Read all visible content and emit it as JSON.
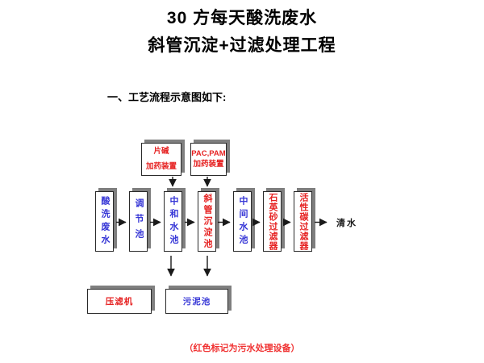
{
  "page": {
    "title_line1": "30 方每天酸洗废水",
    "title_line2": "斜管沉淀+过滤处理工程",
    "section_heading": "一、工艺流程示意图如下:",
    "footnote": "（红色标记为污水处理设备）"
  },
  "colors": {
    "tank_text_blue": "#3535d6",
    "equipment_text_red": "#e62222",
    "box_shadow_gray": "#7f7f7f",
    "box_face": "#ffffff",
    "connector_black": "#1a1a1a"
  },
  "diagram": {
    "dosing_units": [
      {
        "line1": "片碱",
        "line2": "加药装置"
      },
      {
        "line1": "PAC,PAM",
        "line2": "加药装置"
      }
    ],
    "process_flow": [
      {
        "label": "酸洗废水",
        "type": "tank"
      },
      {
        "label": "调节池",
        "type": "tank"
      },
      {
        "label": "中和水池",
        "type": "tank"
      },
      {
        "label": "斜管沉淀池",
        "type": "equipment"
      },
      {
        "label": "中间水池",
        "type": "tank"
      },
      {
        "label": "石英砂过滤器",
        "type": "equipment"
      },
      {
        "label": "活性碳过滤器",
        "type": "equipment"
      }
    ],
    "output_label": "清水",
    "sludge_units": [
      {
        "label": "压滤机",
        "type": "equipment"
      },
      {
        "label": "污泥池",
        "type": "tank"
      }
    ]
  }
}
